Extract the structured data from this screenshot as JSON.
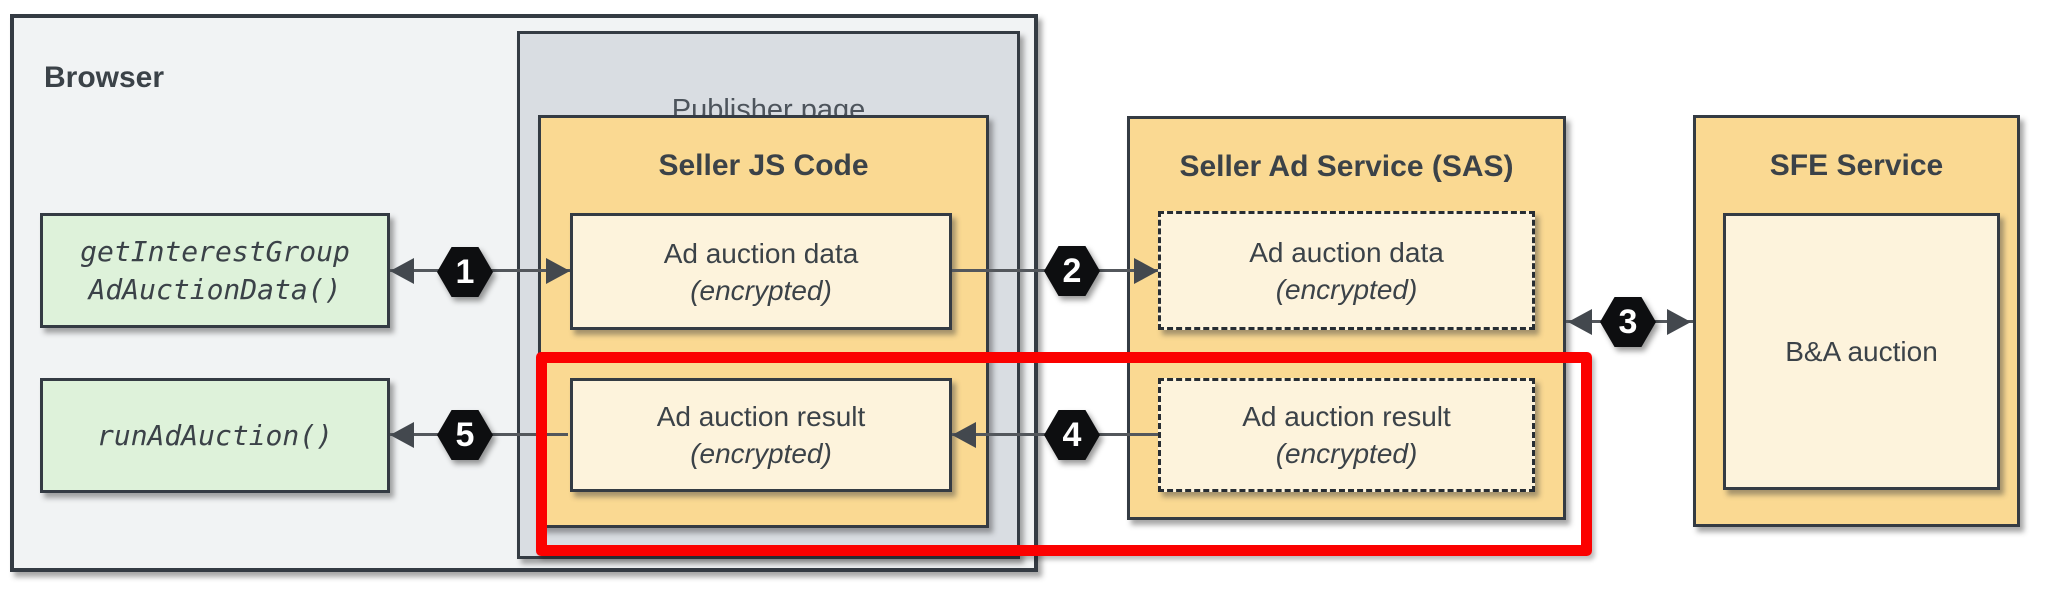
{
  "diagram": {
    "browser": {
      "label": "Browser",
      "apis": [
        {
          "line1": "getInterestGroup",
          "line2": "AdAuctionData()"
        },
        {
          "line1": "runAdAuction()",
          "line2": ""
        }
      ]
    },
    "publisher": {
      "label": "Publisher page",
      "seller_js": {
        "title": "Seller JS Code",
        "boxes": [
          {
            "line1": "Ad auction data",
            "line2": "(encrypted)"
          },
          {
            "line1": "Ad auction result",
            "line2": "(encrypted)"
          }
        ]
      }
    },
    "sas": {
      "title": "Seller Ad Service (SAS)",
      "boxes": [
        {
          "line1": "Ad auction data",
          "line2": "(encrypted)"
        },
        {
          "line1": "Ad auction result",
          "line2": "(encrypted)"
        }
      ]
    },
    "sfe": {
      "title": "SFE Service",
      "box_label": "B&A auction"
    },
    "steps": [
      "1",
      "2",
      "3",
      "4",
      "5"
    ],
    "colors": {
      "container_fill": "#f1f3f4",
      "publisher_fill": "#d9dde2",
      "service_fill": "#fad992",
      "payload_fill": "#fdf3dc",
      "api_fill": "#def2da",
      "border_dark": "#343b43",
      "highlight_red": "#fb0100",
      "step_badge": "#0d0e10"
    }
  }
}
